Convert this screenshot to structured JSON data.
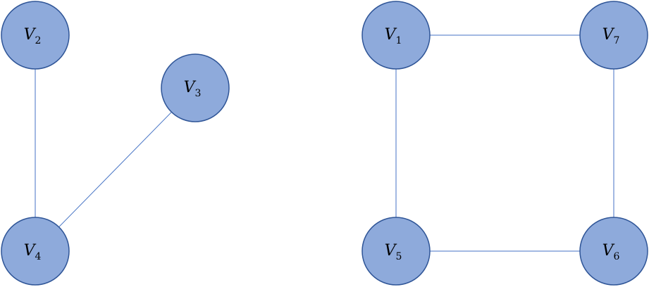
{
  "style": {
    "node_fill": "#8eaadb",
    "node_stroke": "#2f5597",
    "edge_color": "#4472c4",
    "background": "#ffffff"
  },
  "nodes": [
    {
      "id": "v2",
      "letter": "V",
      "sub": "2"
    },
    {
      "id": "v3",
      "letter": "V",
      "sub": "3"
    },
    {
      "id": "v4",
      "letter": "V",
      "sub": "4"
    },
    {
      "id": "v1",
      "letter": "V",
      "sub": "1"
    },
    {
      "id": "v7",
      "letter": "V",
      "sub": "7"
    },
    {
      "id": "v5",
      "letter": "V",
      "sub": "5"
    },
    {
      "id": "v6",
      "letter": "V",
      "sub": "6"
    }
  ],
  "edges": [
    {
      "from": "v2",
      "to": "v4"
    },
    {
      "from": "v3",
      "to": "v4"
    },
    {
      "from": "v1",
      "to": "v7"
    },
    {
      "from": "v1",
      "to": "v5"
    },
    {
      "from": "v7",
      "to": "v6"
    },
    {
      "from": "v5",
      "to": "v6"
    }
  ]
}
